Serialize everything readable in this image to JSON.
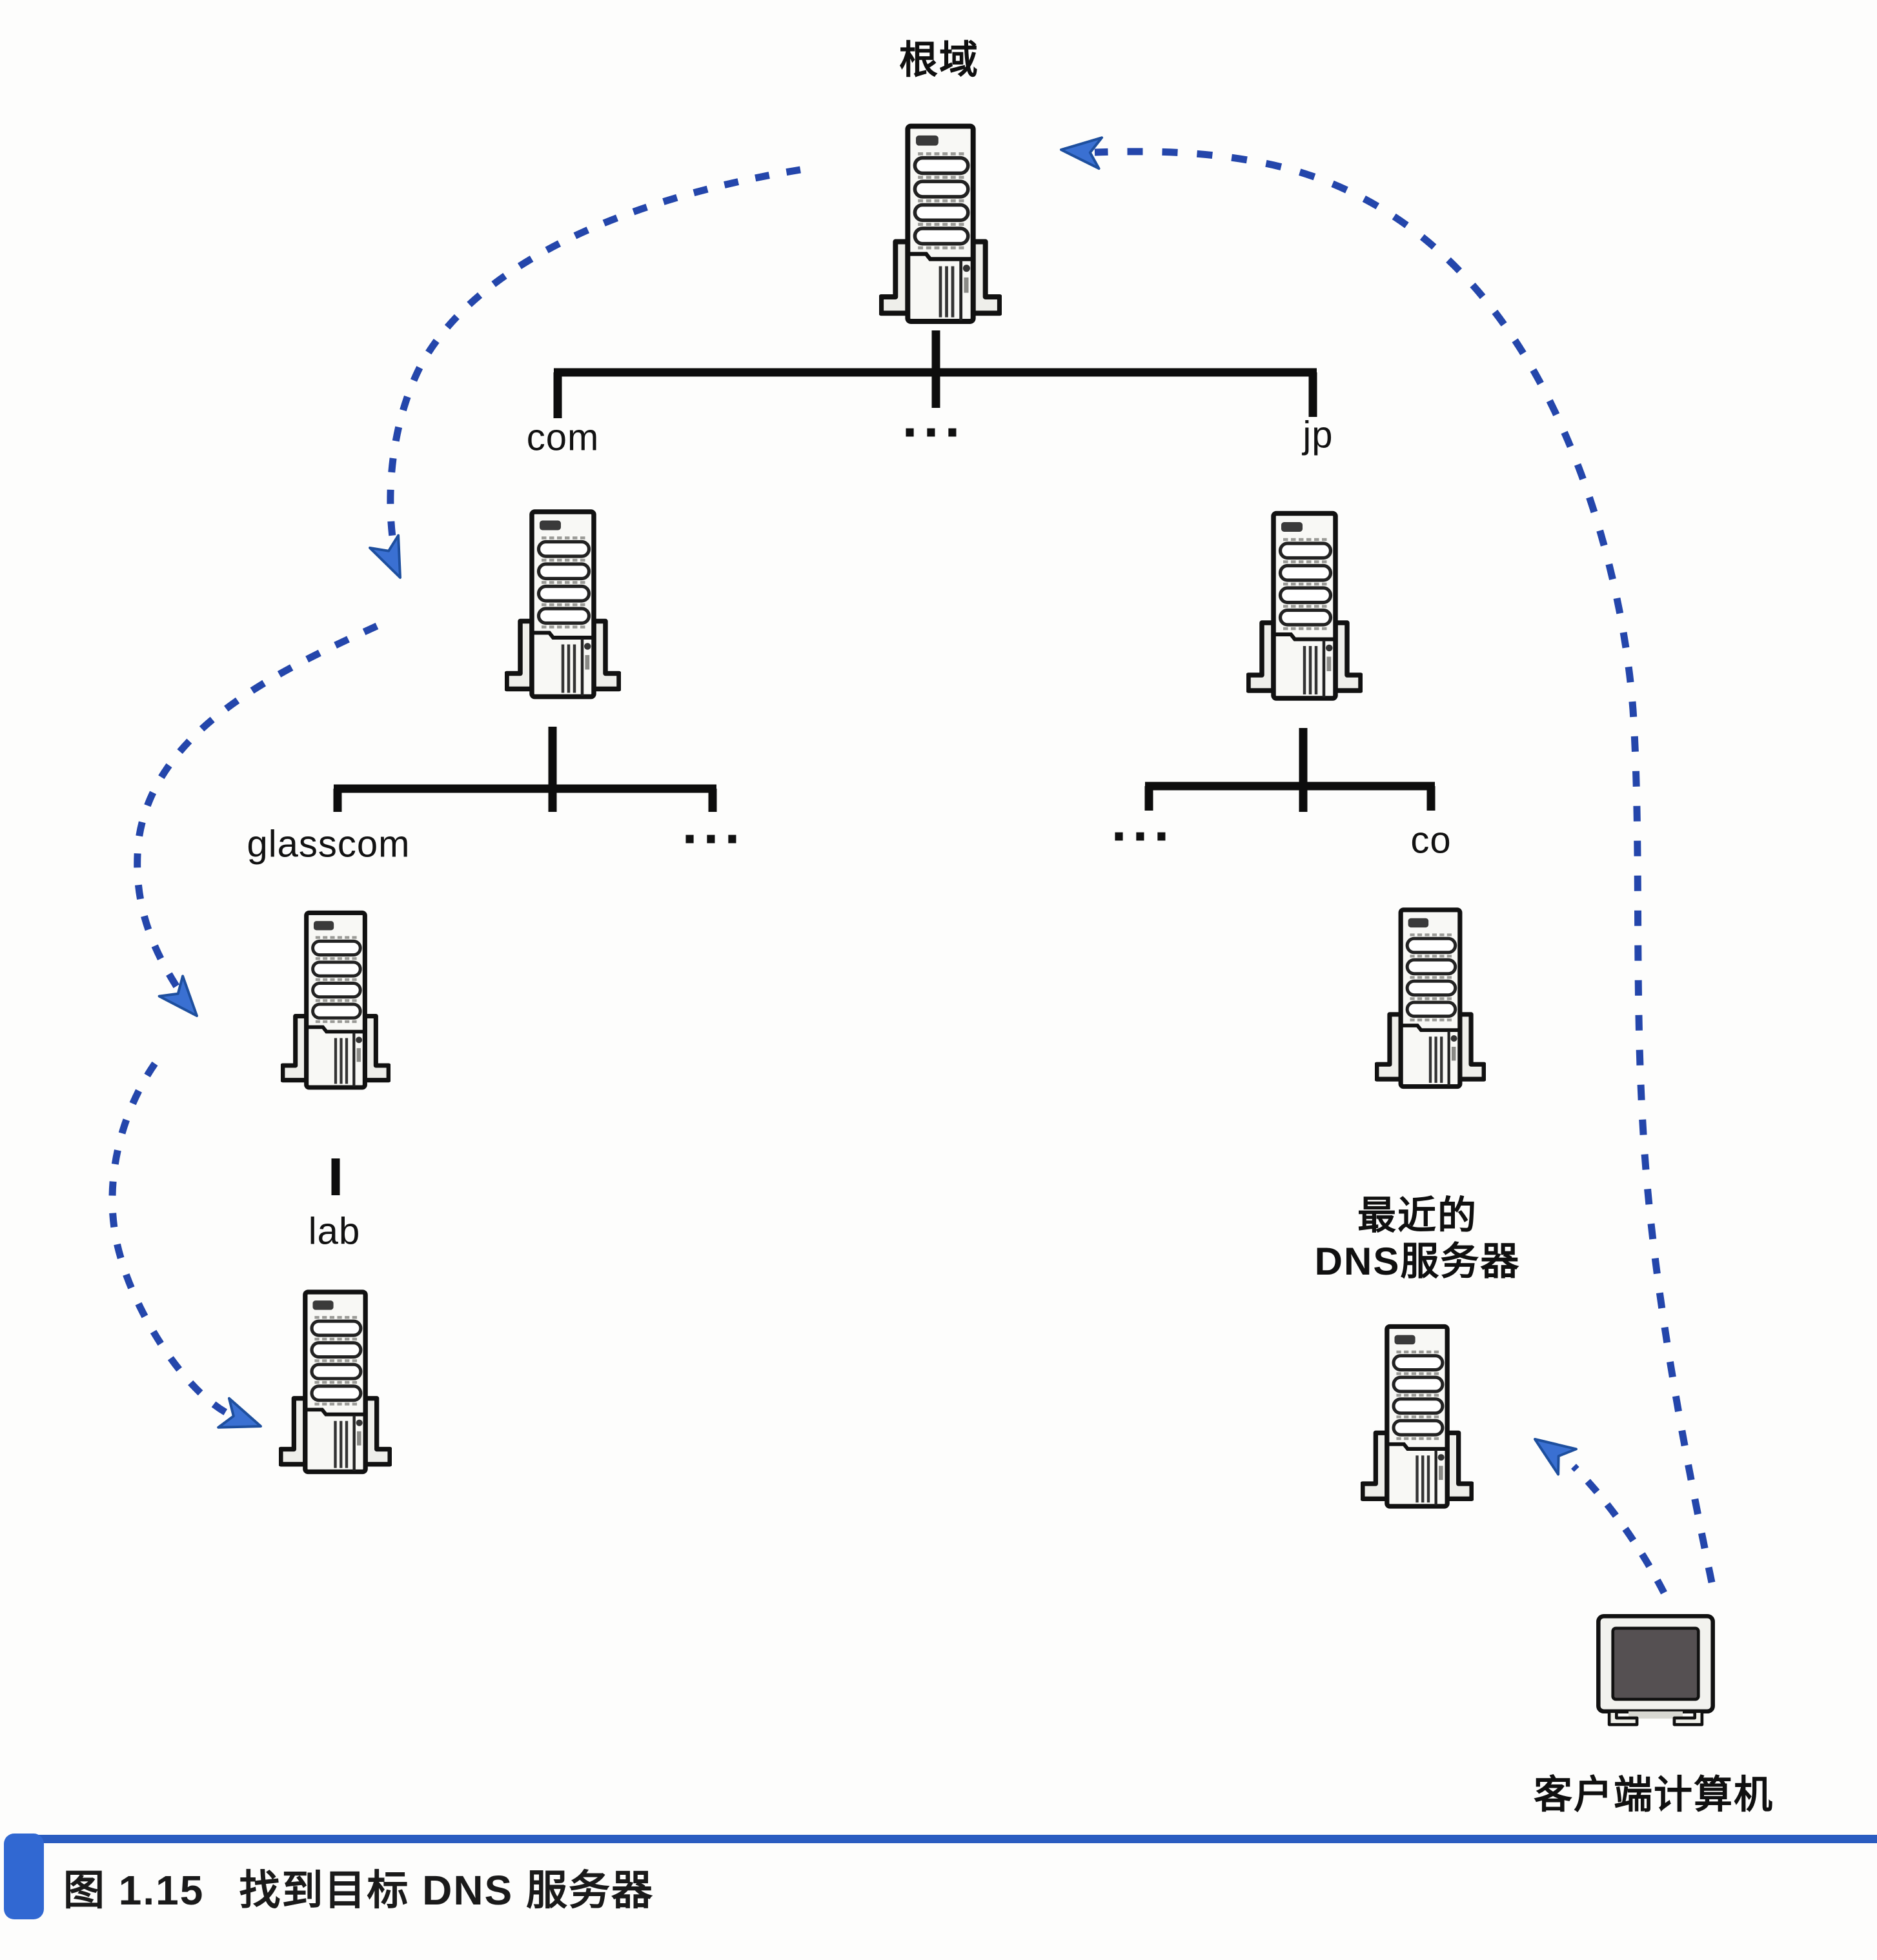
{
  "figure": {
    "type": "dns-hierarchy-diagram",
    "caption": {
      "figure_label": "图 1.15",
      "title": "找到目标 DNS 服务器"
    }
  },
  "nodes": {
    "root": {
      "label": "根域",
      "icon": "server-tower-icon"
    },
    "com": {
      "label": "com",
      "icon": "server-tower-icon"
    },
    "jp": {
      "label": "jp",
      "icon": "server-tower-icon"
    },
    "glasscom": {
      "label": "glasscom",
      "icon": "server-tower-icon"
    },
    "co": {
      "label": "co",
      "icon": "server-tower-icon"
    },
    "lab": {
      "label": "lab",
      "icon": "server-tower-icon"
    },
    "nearest_dns": {
      "label_line1": "最近的",
      "label_line2": "DNS服务器",
      "icon": "server-tower-icon"
    },
    "client": {
      "label": "客户端计算机",
      "icon": "crt-monitor-icon"
    },
    "tld_ellipsis": {
      "label": "..."
    },
    "com_children_ellipsis": {
      "label": "..."
    },
    "jp_children_ellipsis": {
      "label": "..."
    }
  },
  "arrows": [
    {
      "name": "arrow-root-to-com",
      "style": "blue-dashed"
    },
    {
      "name": "arrow-com-to-glasscom",
      "style": "blue-dashed"
    },
    {
      "name": "arrow-glasscom-to-lab",
      "style": "blue-dashed"
    },
    {
      "name": "arrow-client-to-dns",
      "style": "blue-dashed"
    },
    {
      "name": "arrow-query-to-root",
      "style": "blue-dashed"
    }
  ],
  "colors": {
    "arrow_dash": "#2446ab",
    "arrowhead_fill": "#3a70d2",
    "arrowhead_stroke": "#1e4f9e",
    "tree_line": "#0d0d0d",
    "caption_bar": "#3168d2",
    "caption_line": "#2a5cc0",
    "page_background": "#fdfdfc"
  }
}
